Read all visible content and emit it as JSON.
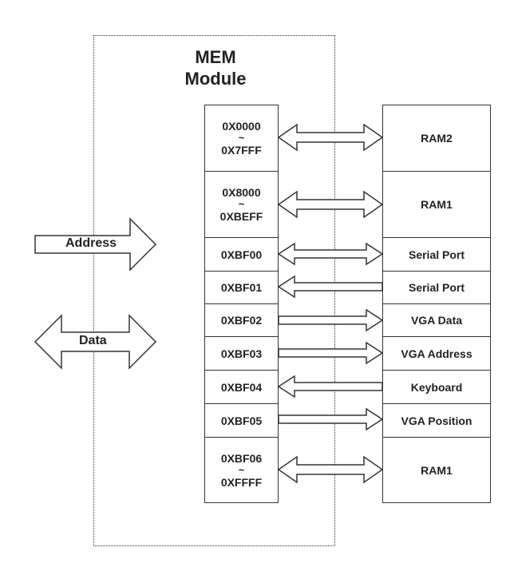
{
  "title": {
    "line1": "MEM",
    "line2": "Module"
  },
  "external": {
    "address_label": "Address",
    "data_label": "Data"
  },
  "rows": [
    {
      "addr_start": "0X0000",
      "addr_sep": "~",
      "addr_end": "0X7FFF",
      "device": "RAM2",
      "direction": "both"
    },
    {
      "addr_start": "0X8000",
      "addr_sep": "~",
      "addr_end": "0XBEFF",
      "device": "RAM1",
      "direction": "both"
    },
    {
      "addr": "0XBF00",
      "device": "Serial Port",
      "direction": "both"
    },
    {
      "addr": "0XBF01",
      "device": "Serial Port",
      "direction": "left"
    },
    {
      "addr": "0XBF02",
      "device": "VGA Data",
      "direction": "right"
    },
    {
      "addr": "0XBF03",
      "device": "VGA Address",
      "direction": "right"
    },
    {
      "addr": "0XBF04",
      "device": "Keyboard",
      "direction": "left"
    },
    {
      "addr": "0XBF05",
      "device": "VGA Position",
      "direction": "right"
    },
    {
      "addr_start": "0XBF06",
      "addr_sep": "~",
      "addr_end": "0XFFFF",
      "device": "RAM1",
      "direction": "both"
    }
  ]
}
